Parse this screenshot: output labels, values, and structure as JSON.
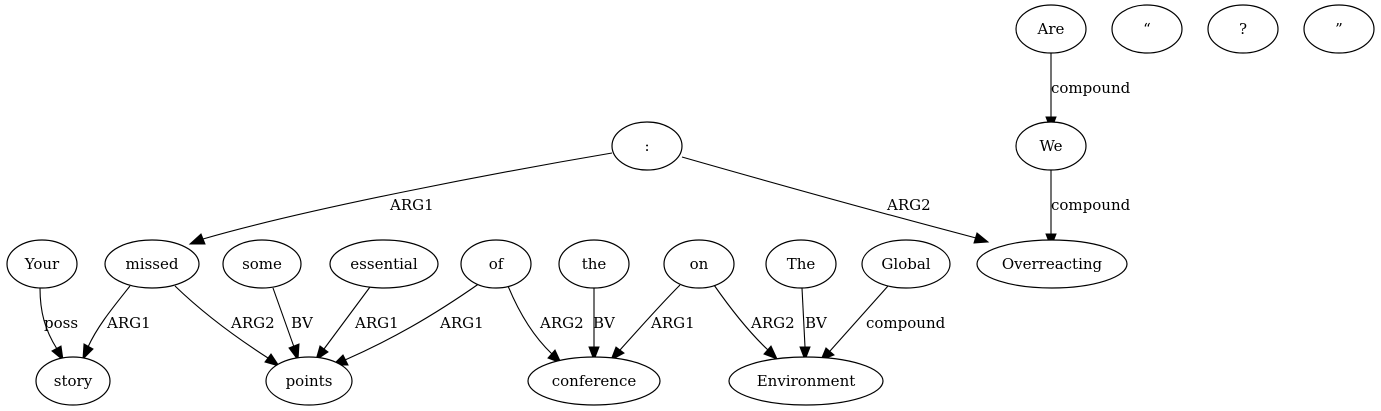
{
  "nodes": {
    "are": "Are",
    "lquote": "“",
    "qmark": "?",
    "rquote": "”",
    "we": "We",
    "colon": ":",
    "your": "Your",
    "missed": "missed",
    "some": "some",
    "essential": "essential",
    "of": "of",
    "the": "the",
    "on": "on",
    "the_cap": "The",
    "global": "Global",
    "overreacting": "Overreacting",
    "story": "story",
    "points": "points",
    "conference": "conference",
    "environment": "Environment"
  },
  "edges": {
    "are_we": "compound",
    "we_overreacting": "compound",
    "colon_missed": "ARG1",
    "colon_overreacting": "ARG2",
    "your_story": "poss",
    "missed_story": "ARG1",
    "missed_points": "ARG2",
    "some_points": "BV",
    "essential_points": "ARG1",
    "of_points": "ARG1",
    "of_conference": "ARG2",
    "the_conference": "BV",
    "on_conference": "ARG1",
    "on_environment": "ARG2",
    "thecap_environment": "BV",
    "global_environment": "compound"
  }
}
